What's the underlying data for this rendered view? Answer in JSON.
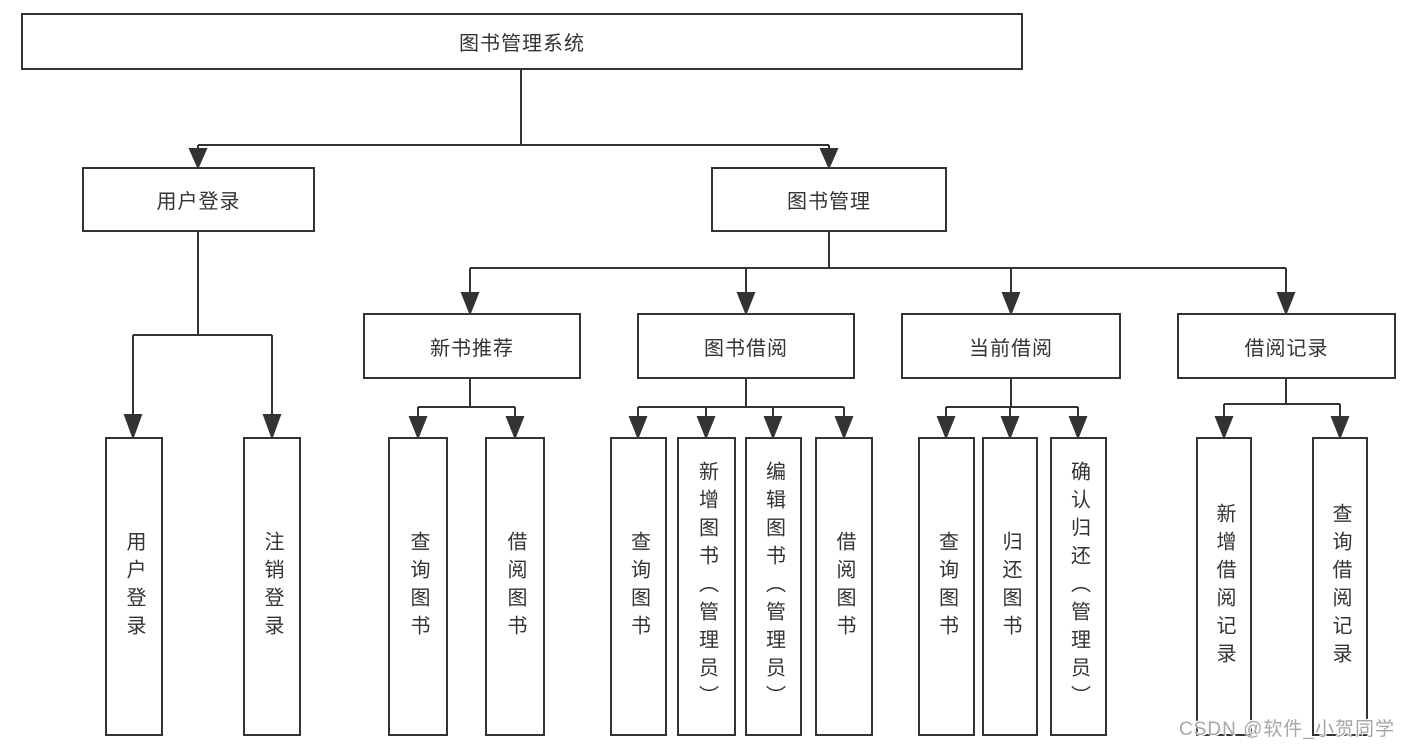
{
  "diagram": {
    "title": "图书管理系统",
    "root": "图书管理系统",
    "level2": {
      "user_login": "用户登录",
      "book_management": "图书管理"
    },
    "level3": {
      "new_book_recommend": "新书推荐",
      "book_borrowing": "图书借阅",
      "current_borrowing": "当前借阅",
      "borrow_records": "借阅记录"
    },
    "leaves": {
      "user_login": [
        "用户登录",
        "注销登录"
      ],
      "new_book_recommend": [
        "查询图书",
        "借阅图书"
      ],
      "book_borrowing": [
        "查询图书",
        "新增图书（管理员）",
        "编辑图书（管理员）",
        "借阅图书"
      ],
      "current_borrowing": [
        "查询图书",
        "归还图书",
        "确认归还（管理员）"
      ],
      "borrow_records": [
        "新增借阅记录",
        "查询借阅记录"
      ]
    }
  },
  "watermark": "CSDN @软件_小贺同学",
  "colors": {
    "line": "#333333",
    "box_border": "#333333",
    "text": "#333333",
    "watermark": "#a6a6a6",
    "background": "#ffffff"
  }
}
